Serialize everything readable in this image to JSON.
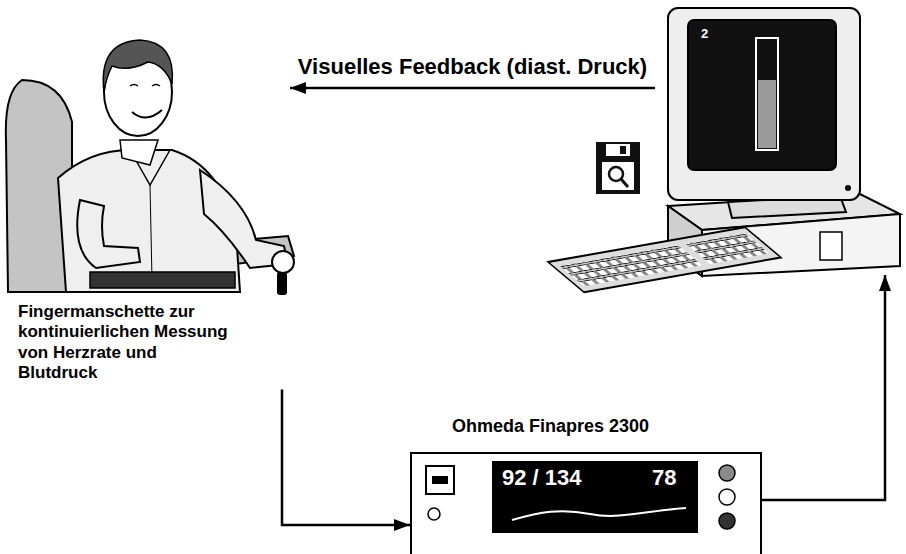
{
  "diagram": {
    "nodes": [
      {
        "text": [
          "Fingermanschette zur kontinuierlichen Messung von Herzrate und Blutdruck"
        ]
      },
      {
        "text": [
          "2"
        ]
      },
      {
        "text": [
          "Ohmeda Finapres 2300",
          "92 / 134",
          "78"
        ]
      }
    ],
    "edges": [
      {
        "from": 1,
        "to": 0,
        "arrow": "to",
        "label": "Visuelles Feedback (diast. Druck)"
      },
      {
        "from": 0,
        "to": 2,
        "arrow": "to"
      },
      {
        "from": 2,
        "to": 1,
        "arrow": "to"
      }
    ]
  }
}
